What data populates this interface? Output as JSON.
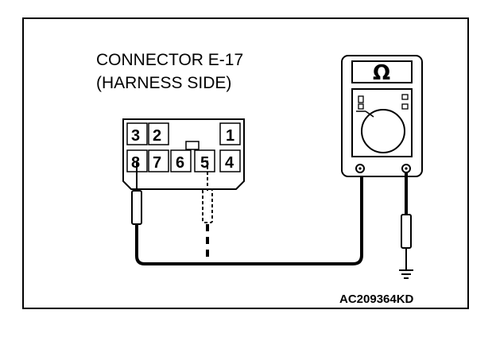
{
  "diagram": {
    "connector_title": "CONNECTOR E-17",
    "connector_subtitle": "(HARNESS SIDE)",
    "connector_pins": {
      "top_row": [
        "3",
        "2",
        "1"
      ],
      "bottom_row": [
        "8",
        "7",
        "6",
        "5",
        "4"
      ]
    },
    "meter_symbol": "Ω",
    "figure_code": "AC209364KD",
    "icons": [
      "ohmmeter-icon",
      "ground-symbol-icon",
      "probe-icon"
    ]
  }
}
